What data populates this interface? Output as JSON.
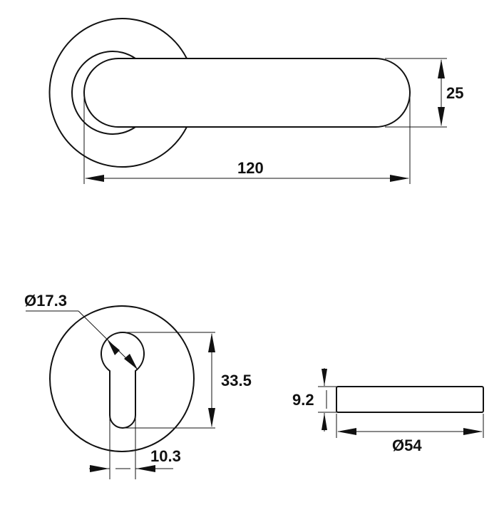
{
  "drawing": {
    "handle_view": {
      "height_label": "25",
      "length_label": "120"
    },
    "escutcheon_front_view": {
      "keyhole_diameter_label": "Ø17.3",
      "keyhole_height_label": "33.5",
      "slot_width_label": "10.3"
    },
    "escutcheon_side_view": {
      "thickness_label": "9.2",
      "diameter_label": "Ø54"
    },
    "line_color": "#111111"
  }
}
